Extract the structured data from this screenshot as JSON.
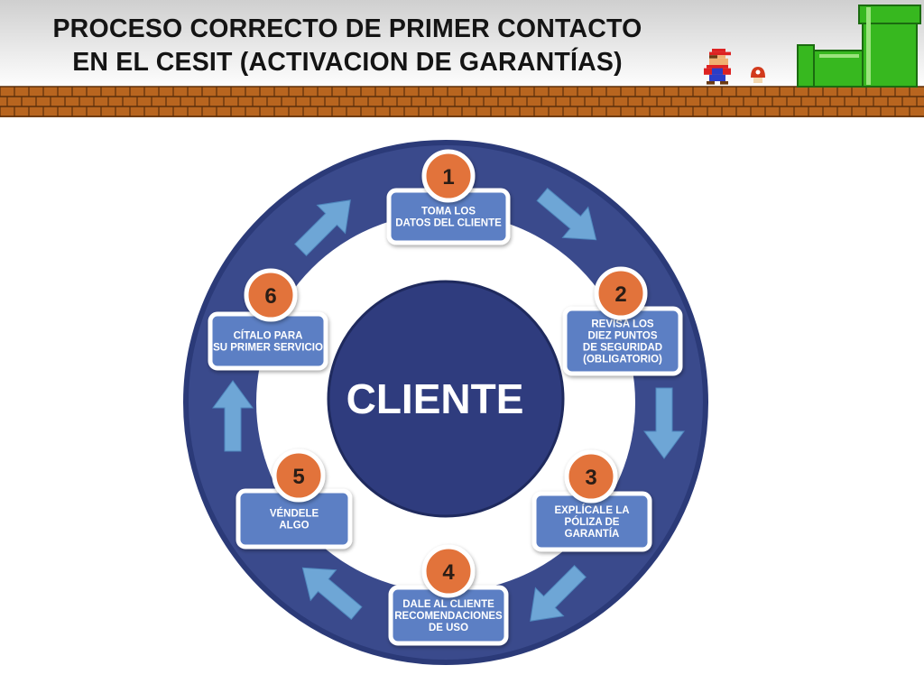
{
  "slide": {
    "title_lines": [
      "PROCESO CORRECTO DE PRIMER CONTACTO",
      "EN EL CESIT (ACTIVACION DE GARANTÍAS)"
    ]
  },
  "diagram": {
    "center_label": "CLIENTE",
    "steps": [
      {
        "number": "1",
        "lines": [
          "TOMA LOS",
          "DATOS DEL CLIENTE"
        ]
      },
      {
        "number": "2",
        "lines": [
          "REVISA LOS",
          "DIEZ PUNTOS",
          "DE SEGURIDAD",
          "(OBLIGATORIO)"
        ]
      },
      {
        "number": "3",
        "lines": [
          "EXPLÍCALE LA",
          "PÓLIZA DE",
          "GARANTÍA"
        ]
      },
      {
        "number": "4",
        "lines": [
          "DALE AL CLIENTE",
          "RECOMENDACIONES",
          "DE USO"
        ]
      },
      {
        "number": "5",
        "lines": [
          "VÉNDELE",
          "ALGO"
        ]
      },
      {
        "number": "6",
        "lines": [
          "CÍTALO PARA",
          "SU PRIMER SERVICIO"
        ]
      }
    ]
  },
  "colors": {
    "ring_outer": "#3a4a8c",
    "ring_border": "#2b3a78",
    "ring_inner": "#ffffff",
    "center_fill": "#2f3c7e",
    "card_fill": "#5b7fc4",
    "card_border": "#ffffff",
    "badge_fill": "#e2733a",
    "arrow_fill": "#6ea6d6",
    "brick": "#b8651f",
    "brick_line": "#5a2e0c",
    "pipe": "#37b81f",
    "pipe_dark": "#1b6b10"
  },
  "icons": [
    "mario-sprite",
    "mushroom-sprite",
    "green-pipe",
    "brick-row"
  ]
}
